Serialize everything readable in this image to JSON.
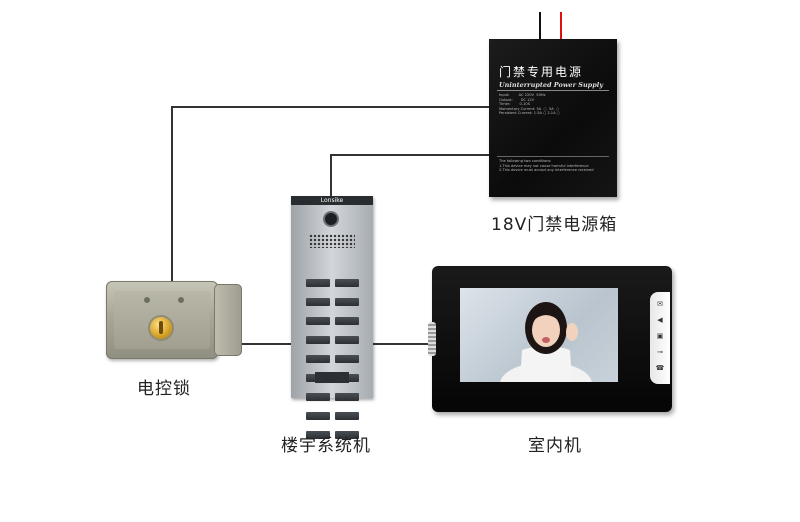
{
  "captions": {
    "electric_lock": "电控锁",
    "door_panel": "楼宇系统机",
    "indoor_unit": "室内机",
    "power_box": "18V门禁电源箱"
  },
  "power_supply": {
    "title": "门禁专用电源",
    "subtitle": "Uninterrupted Power Supply",
    "specs": "Input:        AC 220V  50Hz\nOutput:       DC 12V\nTimer:        0-10S\nMomentary Current: 5A  ○  5A  ○\nPersistent Current: 1.5A ○ 2.1A ○",
    "conditions": "The following two conditions:\n1.This device may not cause harmful interference\n2.This device must accept any interference received"
  },
  "panel": {
    "brand": "Lonsike"
  },
  "wire_colors": {
    "black": "#111111",
    "red": "#e01010",
    "wire": "#333333"
  }
}
